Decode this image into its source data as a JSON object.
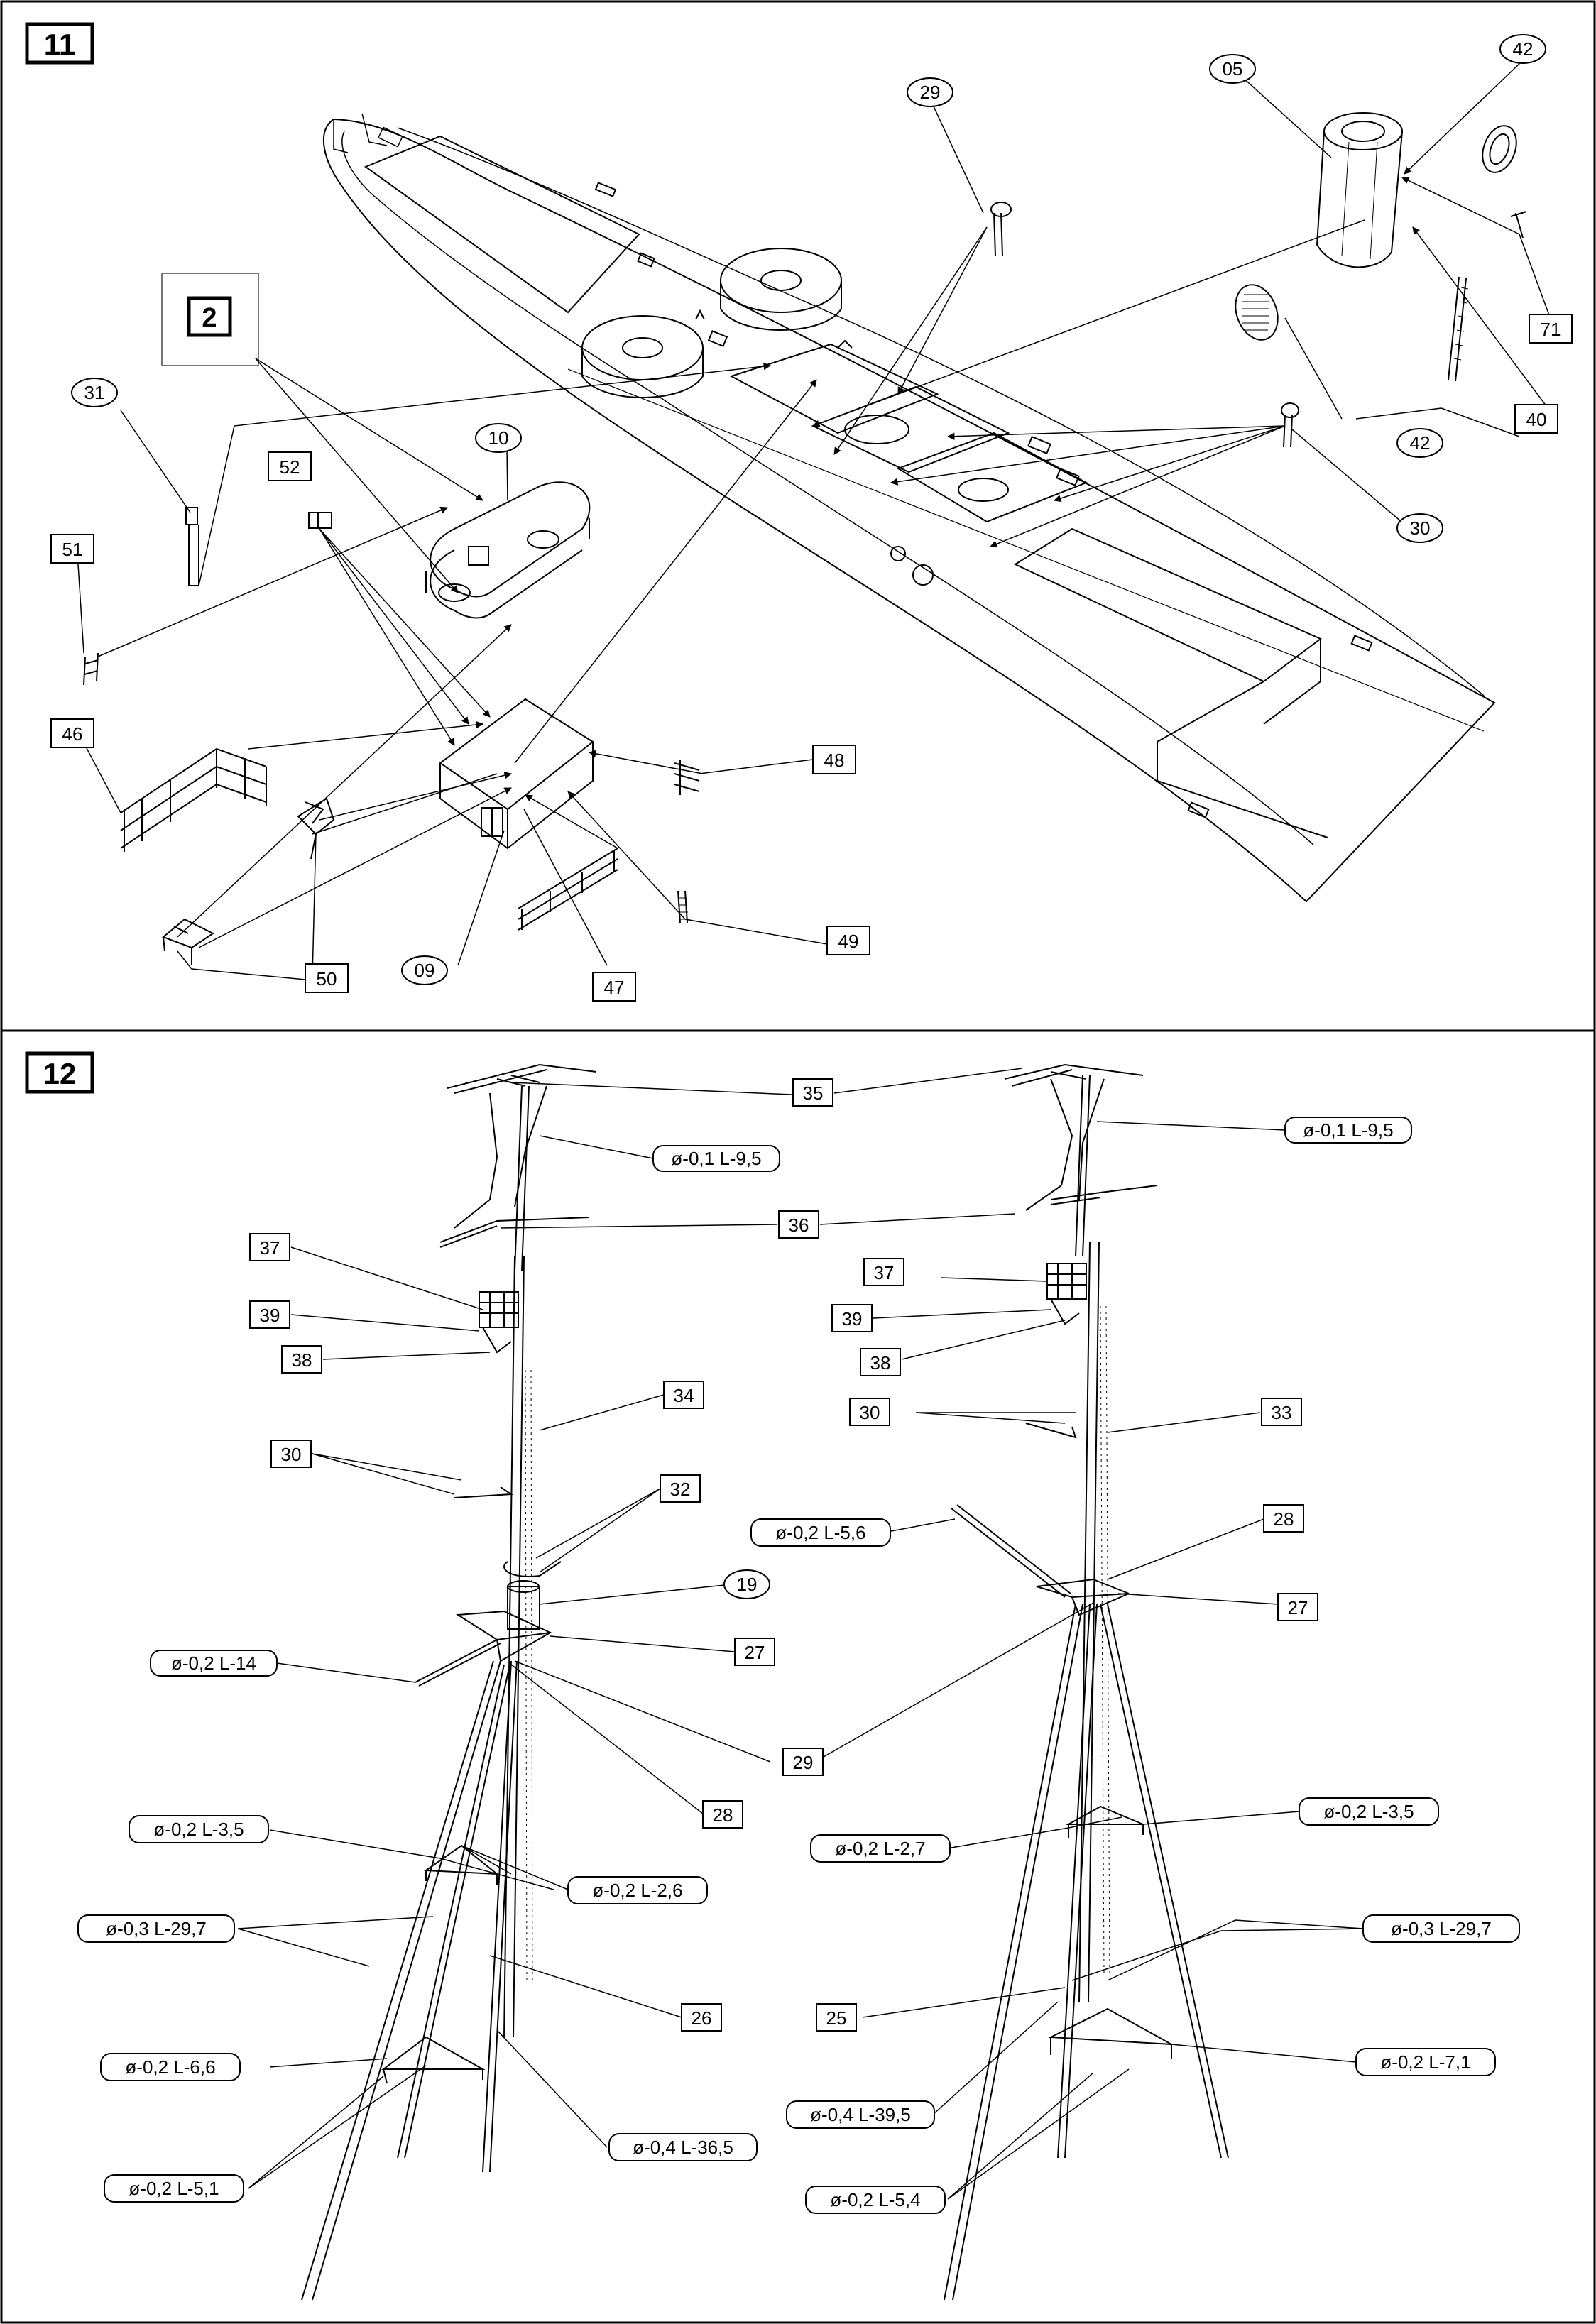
{
  "panels": [
    {
      "step": "11"
    },
    {
      "step": "12"
    }
  ],
  "callouts": {
    "p11": {
      "ref_step": "2",
      "c05": "05",
      "c42a": "42",
      "c29": "29",
      "c71": "71",
      "c40": "40",
      "c42b": "42",
      "c30": "30",
      "c31": "31",
      "c10": "10",
      "c52": "52",
      "c51": "51",
      "c46": "46",
      "c48": "48",
      "c49": "49",
      "c50": "50",
      "c09": "09",
      "c47": "47"
    },
    "p12": {
      "c35": "35",
      "w_top_l": "ø-0,1 L-9,5",
      "w_top_r": "ø-0,1 L-9,5",
      "c36": "36",
      "c37l": "37",
      "c39l": "39",
      "c38l": "38",
      "c34": "34",
      "c30l": "30",
      "c32": "32",
      "c19": "19",
      "c27l": "27",
      "w14": "ø-0,2 L-14",
      "c29": "29",
      "c28l": "28",
      "w35l": "ø-0,2 L-3,5",
      "w26": "ø-0,2 L-2,6",
      "w297l": "ø-0,3 L-29,7",
      "c26": "26",
      "w66": "ø-0,2 L-6,6",
      "w365": "ø-0,4 L-36,5",
      "w51": "ø-0,2 L-5,1",
      "c37r": "37",
      "c39r": "39",
      "c38r": "38",
      "c30r": "30",
      "c33": "33",
      "w56": "ø-0,2 L-5,6",
      "c28r": "28",
      "c27r": "27",
      "w35r": "ø-0,2 L-3,5",
      "w27": "ø-0,2 L-2,7",
      "w297r": "ø-0,3 L-29,7",
      "c25": "25",
      "w71": "ø-0,2 L-7,1",
      "w395": "ø-0,4 L-39,5",
      "w54": "ø-0,2 L-5,4"
    }
  }
}
